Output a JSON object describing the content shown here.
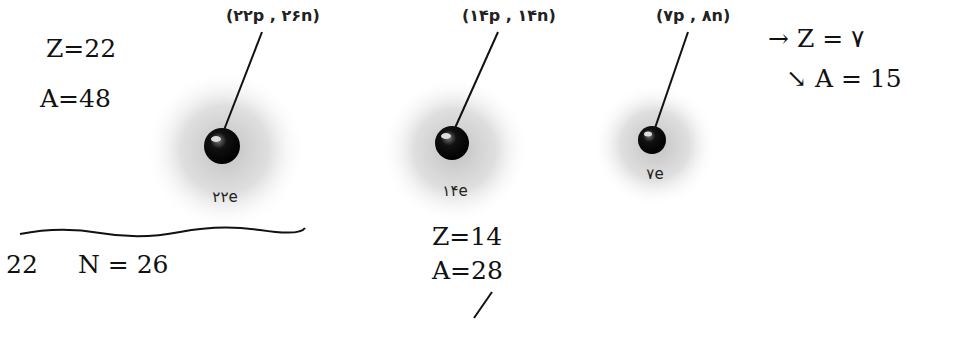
{
  "diagram": {
    "nodes": [
      {
        "text": [
          "۲۲e"
        ]
      },
      {
        "text": [
          "۱۴e"
        ]
      },
      {
        "text": [
          "۷e"
        ]
      }
    ],
    "labels": [
      "(۲۲p , ۲۶n)",
      "(۱۴p , ۱۴n)",
      "(۷p , ۸n)",
      "Z=22",
      "A=48",
      "Z=14",
      "A=28",
      "→ Z = ۷",
      "↘ A = 15",
      "22",
      "N = 26"
    ]
  }
}
